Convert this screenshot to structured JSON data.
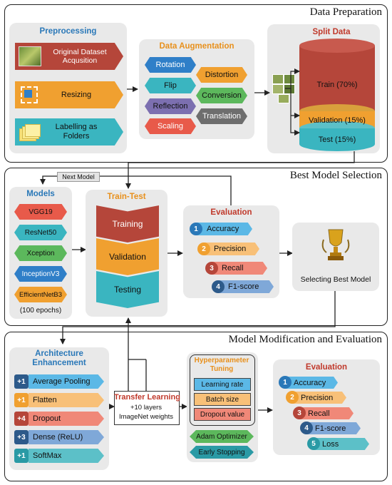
{
  "sections": {
    "data_preparation": "Data Preparation",
    "best_model_selection": "Best Model Selection",
    "model_modification": "Model Modification and Evaluation"
  },
  "preprocessing": {
    "title": "Preprocessing",
    "steps": [
      "Original Dataset Acqusition",
      "Resizing",
      "Labelling as Folders"
    ]
  },
  "augmentation": {
    "title": "Data Augmentation",
    "items": [
      "Rotation",
      "Distortion",
      "Flip",
      "Conversion",
      "Reflection",
      "Translation",
      "Scaling"
    ]
  },
  "split": {
    "title": "Split Data",
    "train": "Train (70%)",
    "validation": "Validation (15%)",
    "test": "Test (15%)"
  },
  "next_model": "Next Model",
  "models": {
    "title": "Models",
    "items": [
      "VGG19",
      "ResNet50",
      "Xception",
      "InceptionV3",
      "EfficientNetB3"
    ],
    "epochs": "(100 epochs)"
  },
  "train_test": {
    "title": "Train-Test",
    "stages": [
      "Training",
      "Validation",
      "Testing"
    ]
  },
  "evaluation1": {
    "title": "Evaluation",
    "items": [
      {
        "n": "1",
        "label": "Accuracy"
      },
      {
        "n": "2",
        "label": "Precision"
      },
      {
        "n": "3",
        "label": "Recall"
      },
      {
        "n": "4",
        "label": "F1-score"
      }
    ]
  },
  "best_model": {
    "label": "Selecting Best Model",
    "icon": "trophy-icon"
  },
  "architecture": {
    "title": "Architecture Enhancement",
    "items": [
      {
        "n": "+1",
        "label": "Average Pooling"
      },
      {
        "n": "+1",
        "label": "Flatten"
      },
      {
        "n": "+4",
        "label": "Dropout"
      },
      {
        "n": "+3",
        "label": "Dense (ReLU)"
      },
      {
        "n": "+1",
        "label": "SoftMax"
      }
    ]
  },
  "transfer": {
    "title": "Transfer Learning",
    "lines": [
      "+10 layers",
      "ImageNet weights"
    ]
  },
  "hyper": {
    "title": "Hyperparameter Tuning",
    "items": [
      "Learning rate",
      "Batch size",
      "Dropout value"
    ],
    "extras": [
      "Adam Optimizer",
      "Early Stopping"
    ]
  },
  "evaluation2": {
    "title": "Evaluation",
    "items": [
      {
        "n": "1",
        "label": "Accuracy"
      },
      {
        "n": "2",
        "label": "Precision"
      },
      {
        "n": "3",
        "label": "Recall"
      },
      {
        "n": "4",
        "label": "F1-score"
      },
      {
        "n": "5",
        "label": "Loss"
      }
    ]
  },
  "colors": {
    "blue_title": "#2a78b8",
    "orange_title": "#e8901c",
    "red_title": "#c0392b",
    "red": "#b5463a",
    "orange": "#f0a030",
    "teal": "#3ab5c0",
    "green": "#5cb85c",
    "purple": "#7c6fb0",
    "blue": "#2f7fc8",
    "gray": "#6e6e6e",
    "salmon": "#f08878"
  }
}
